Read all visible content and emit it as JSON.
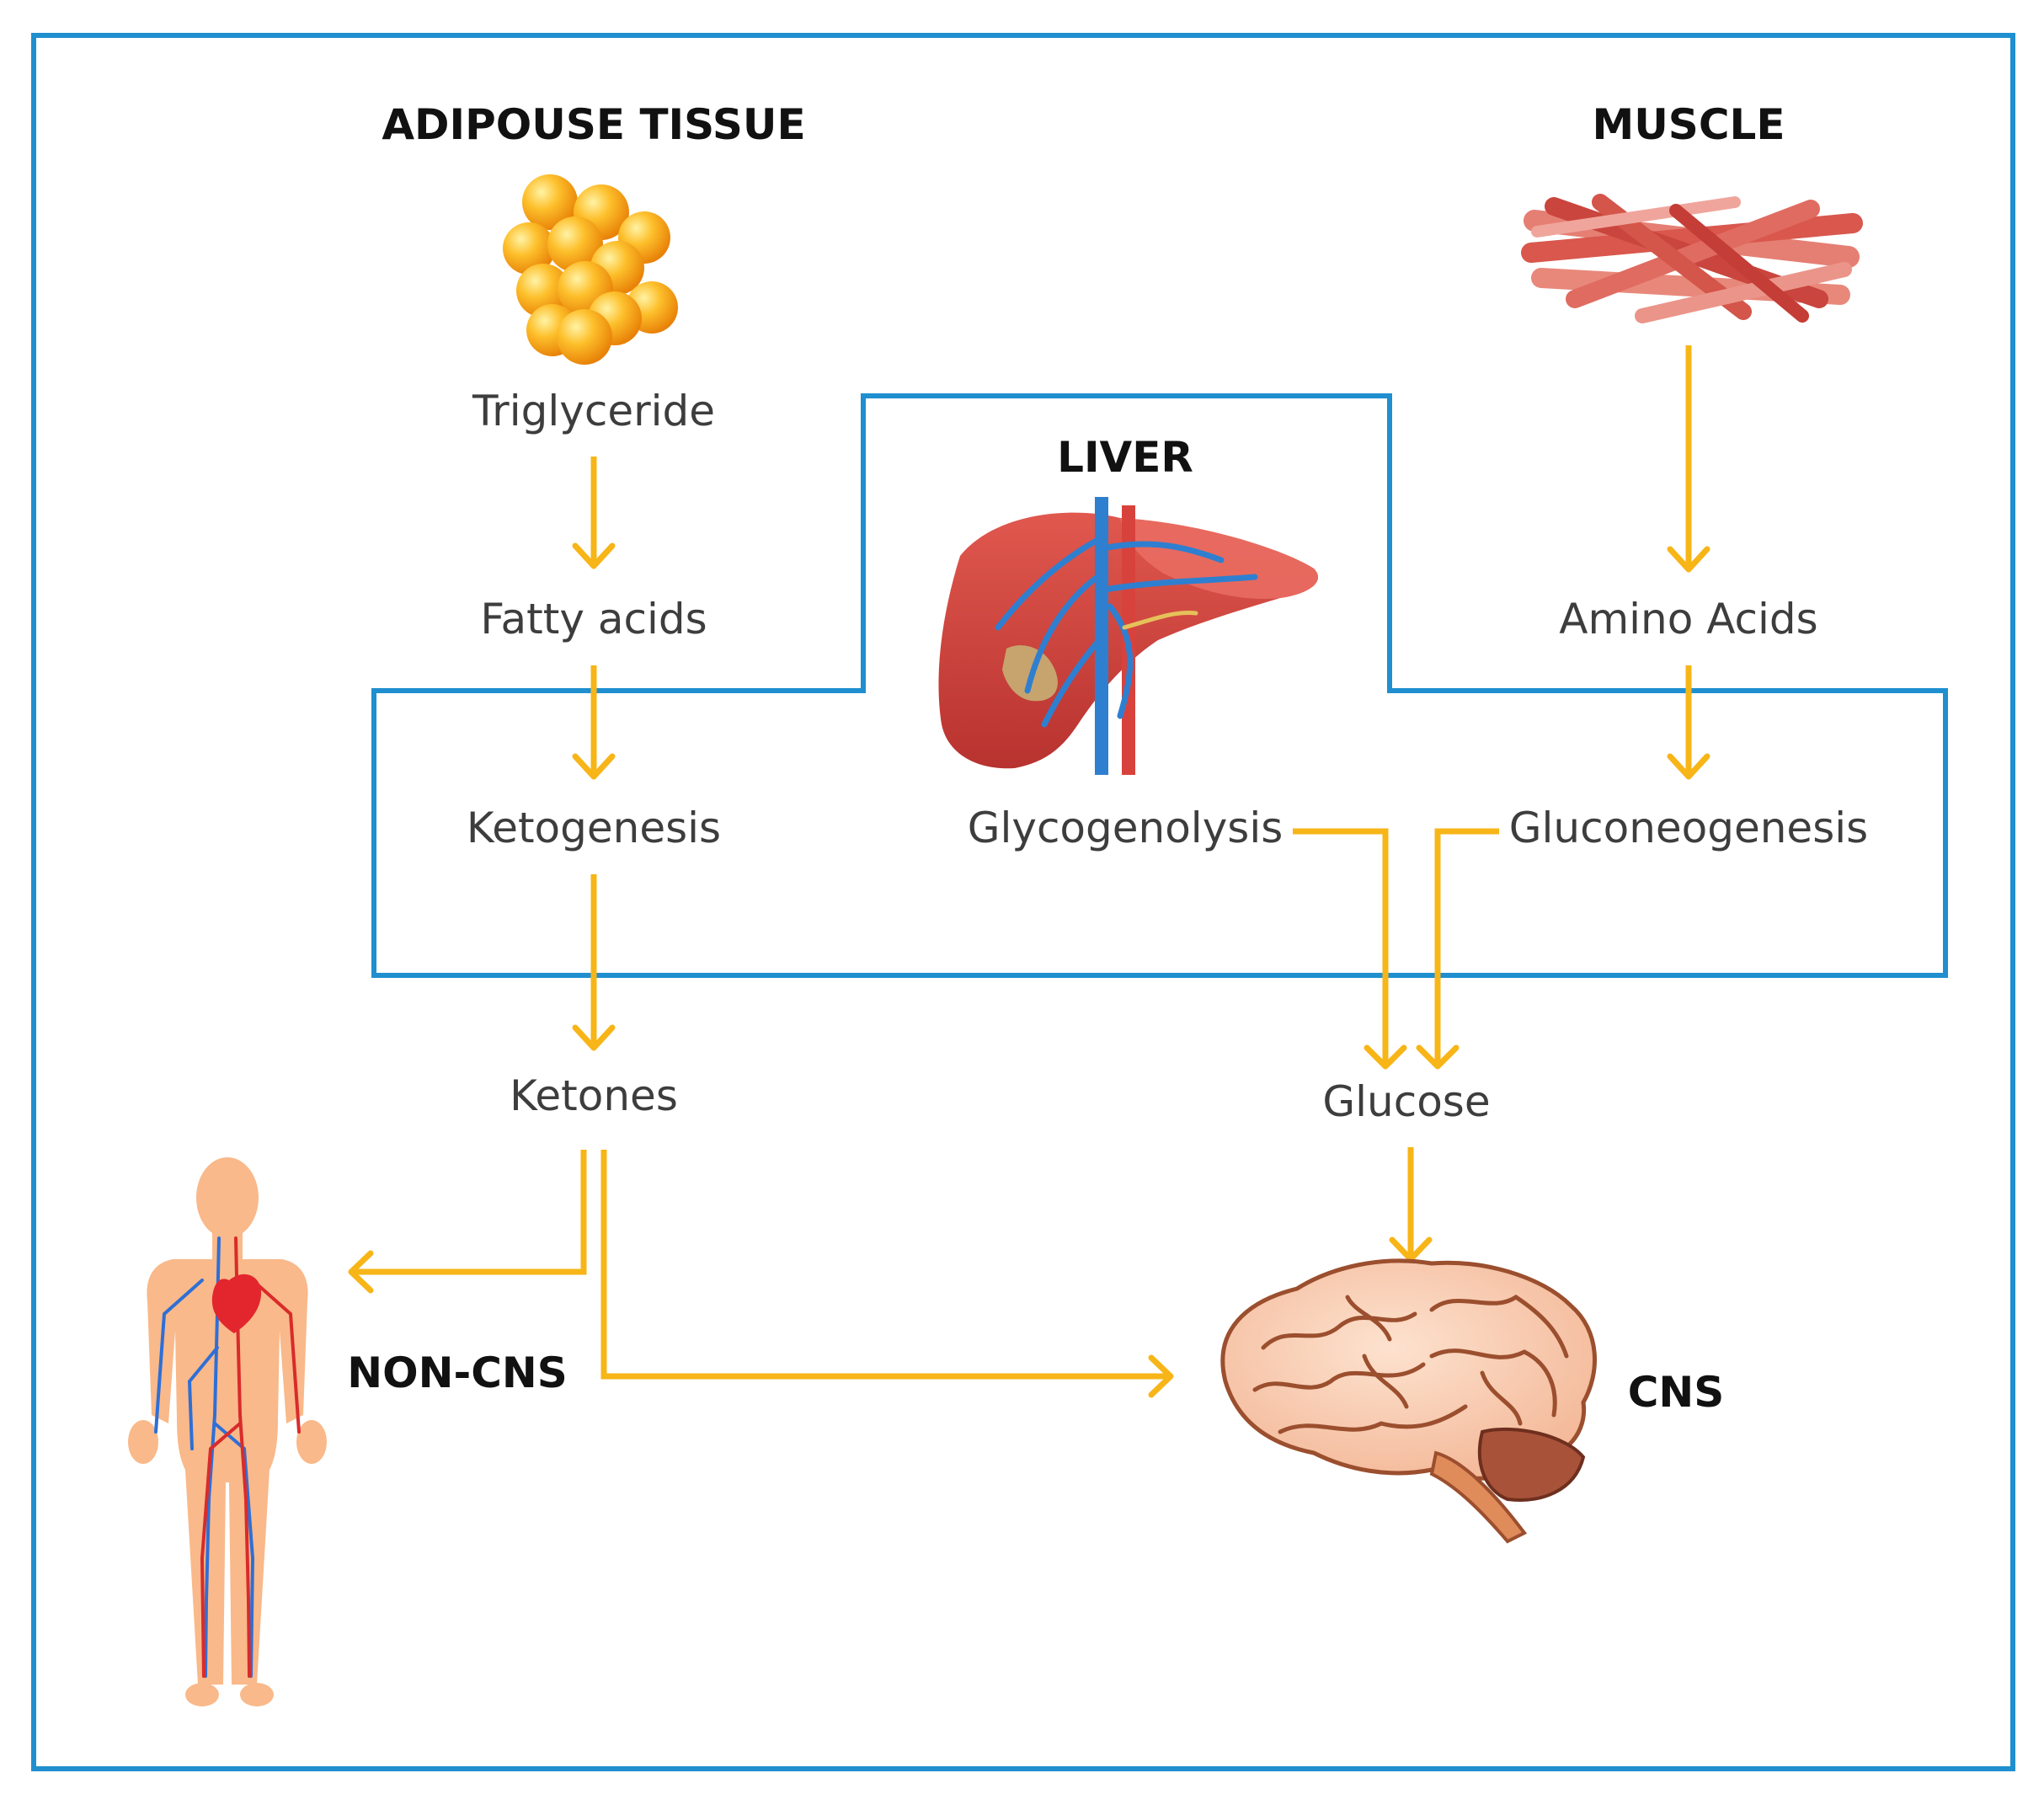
{
  "colors": {
    "frame": "#1f8fcf",
    "arrow": "#f7b518",
    "text": "#3d3d3d",
    "heading": "#111111"
  },
  "headings": {
    "adipose": "ADIPOUSE TISSUE",
    "muscle": "MUSCLE",
    "liver": "LIVER",
    "non_cns": "NON-CNS",
    "cns": "CNS"
  },
  "labels": {
    "triglyceride": "Triglyceride",
    "fatty_acids": "Fatty acids",
    "ketogenesis": "Ketogenesis",
    "ketones": "Ketones",
    "amino_acids": "Amino Acids",
    "gluconeogenesis": "Gluconeogenesis",
    "glycogenolysis": "Glycogenolysis",
    "glucose": "Glucose"
  },
  "icons": {
    "fat": "fat-cells-icon",
    "muscle": "muscle-fibers-icon",
    "liver": "liver-icon",
    "body": "human-body-icon",
    "brain": "brain-icon"
  }
}
